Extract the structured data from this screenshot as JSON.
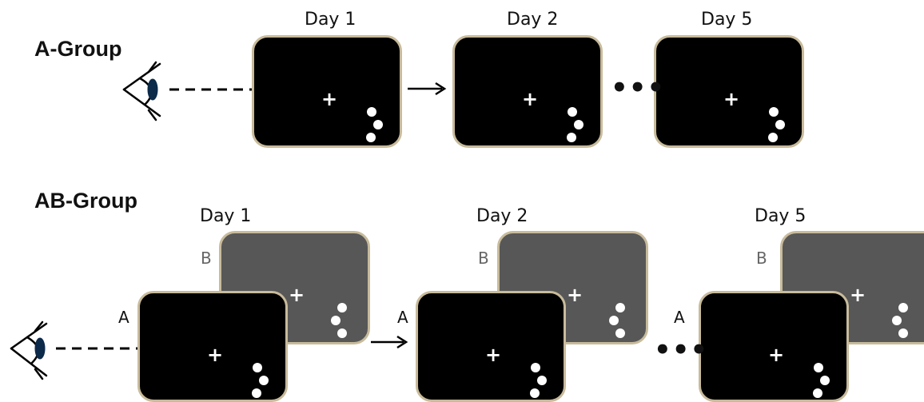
{
  "groups": {
    "a": {
      "title": "A-Group",
      "days": [
        "Day 1",
        "Day 2",
        "Day 5"
      ]
    },
    "ab": {
      "title": "AB-Group",
      "days": [
        "Day 1",
        "Day 2",
        "Day 5"
      ],
      "screen_a_label": "A",
      "screen_b_label": "B"
    }
  },
  "fixation_symbol": "+",
  "ellipsis": "•••",
  "colors": {
    "screen_a": "#000000",
    "screen_b": "#575757",
    "screen_border": "#c8bb9b",
    "stimulus": "#ffffff"
  },
  "icons": [
    "eye-icon",
    "arrow-right-icon",
    "dashed-gaze-line"
  ]
}
